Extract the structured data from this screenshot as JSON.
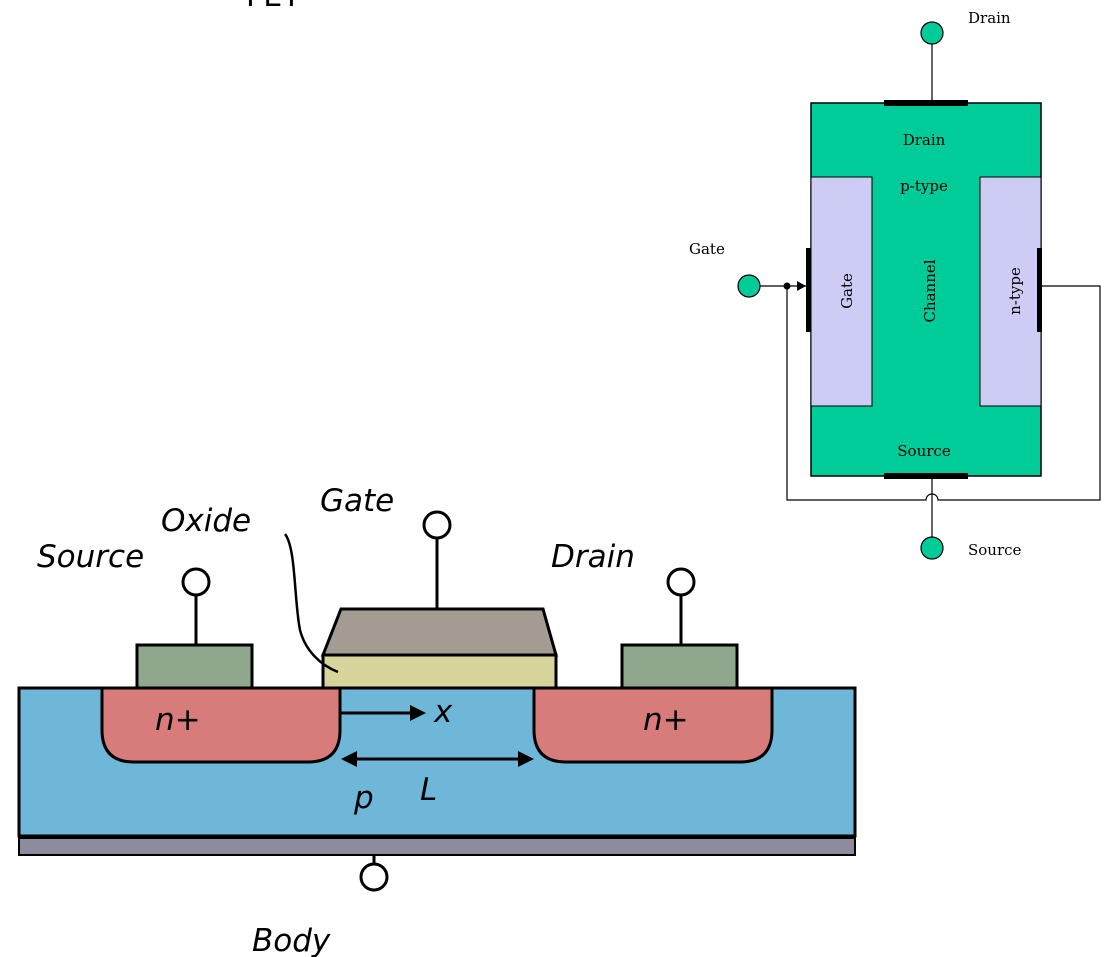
{
  "header_fragment": "FET",
  "mosfet": {
    "source_label": "Source",
    "oxide_label": "Oxide",
    "gate_label": "Gate",
    "drain_label": "Drain",
    "left_region_label": "n+",
    "right_region_label": "n+",
    "x_label": "x",
    "length_label": "L",
    "substrate_label": "p",
    "body_label": "Body",
    "colors": {
      "substrate": "#6fb7d8",
      "n_region": "#d87b7b",
      "contact": "#8fa88d",
      "gate": "#a39c93",
      "oxide": "#d7d59b",
      "body_plate": "#8c8c9c"
    }
  },
  "jfet": {
    "drain_terminal_label": "Drain",
    "gate_terminal_label": "Gate",
    "source_terminal_label": "Source",
    "drain_region_label": "Drain",
    "ptype_label": "p-type",
    "gate_region_label": "Gate",
    "channel_label": "Channel",
    "ntype_label": "n-type",
    "source_region_label": "Source",
    "colors": {
      "body": "#00cc99",
      "side_region": "#ccccf5",
      "terminal": "#00cc99"
    }
  }
}
